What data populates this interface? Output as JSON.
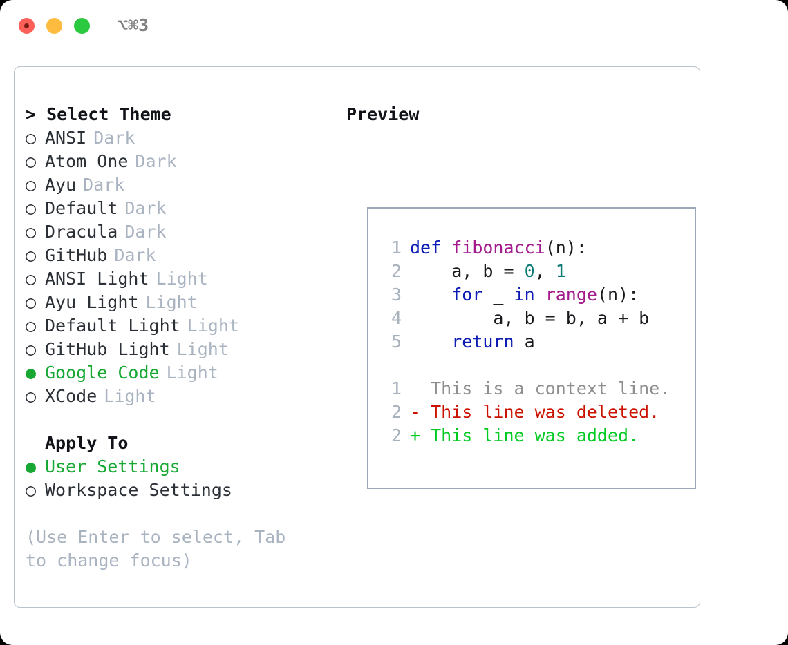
{
  "titlebar": {
    "shortcut": "⌥⌘3",
    "buttons": [
      {
        "name": "close",
        "color": "#fc6058"
      },
      {
        "name": "minimize",
        "color": "#fdbc40"
      },
      {
        "name": "zoom",
        "color": "#2bc93f"
      }
    ]
  },
  "theme_picker": {
    "header": "> Select Theme",
    "bullet_selected": "●",
    "bullet_unselected": "○",
    "selected_color": "#16a832",
    "items": [
      {
        "name": "ANSI",
        "kind": "Dark",
        "selected": false
      },
      {
        "name": "Atom One",
        "kind": "Dark",
        "selected": false
      },
      {
        "name": "Ayu",
        "kind": "Dark",
        "selected": false
      },
      {
        "name": "Default",
        "kind": "Dark",
        "selected": false
      },
      {
        "name": "Dracula",
        "kind": "Dark",
        "selected": false
      },
      {
        "name": "GitHub",
        "kind": "Dark",
        "selected": false
      },
      {
        "name": "ANSI Light",
        "kind": "Light",
        "selected": false
      },
      {
        "name": "Ayu Light",
        "kind": "Light",
        "selected": false
      },
      {
        "name": "Default Light",
        "kind": "Light",
        "selected": false
      },
      {
        "name": "GitHub Light",
        "kind": "Light",
        "selected": false
      },
      {
        "name": "Google Code",
        "kind": "Light",
        "selected": true
      },
      {
        "name": "XCode",
        "kind": "Light",
        "selected": false
      }
    ]
  },
  "apply_to": {
    "header": "Apply To",
    "items": [
      {
        "name": "User Settings",
        "selected": true
      },
      {
        "name": "Workspace Settings",
        "selected": false
      }
    ]
  },
  "hint": "(Use Enter to select, Tab to change focus)",
  "preview": {
    "title": "Preview",
    "code_lines": [
      {
        "lineno": "1",
        "tokens": [
          {
            "t": "def ",
            "c": "kw"
          },
          {
            "t": "fibonacci",
            "c": "fn"
          },
          {
            "t": "(n):",
            "c": "id"
          }
        ]
      },
      {
        "lineno": "2",
        "tokens": [
          {
            "t": "    a, b = ",
            "c": "id"
          },
          {
            "t": "0",
            "c": "num"
          },
          {
            "t": ", ",
            "c": "id"
          },
          {
            "t": "1",
            "c": "num"
          }
        ]
      },
      {
        "lineno": "3",
        "tokens": [
          {
            "t": "    ",
            "c": "id"
          },
          {
            "t": "for",
            "c": "kw"
          },
          {
            "t": " _ ",
            "c": "id"
          },
          {
            "t": "in",
            "c": "kw"
          },
          {
            "t": " ",
            "c": "id"
          },
          {
            "t": "range",
            "c": "fn"
          },
          {
            "t": "(n):",
            "c": "id"
          }
        ]
      },
      {
        "lineno": "4",
        "tokens": [
          {
            "t": "        a, b = b, a + b",
            "c": "id"
          }
        ]
      },
      {
        "lineno": "5",
        "tokens": [
          {
            "t": "    ",
            "c": "id"
          },
          {
            "t": "return",
            "c": "kw"
          },
          {
            "t": " a",
            "c": "id"
          }
        ]
      }
    ],
    "diff_lines": [
      {
        "lineno": "1",
        "tokens": [
          {
            "t": "  This is a context line.",
            "c": "ctx"
          }
        ]
      },
      {
        "lineno": "2",
        "tokens": [
          {
            "t": "- This line was deleted.",
            "c": "del"
          }
        ]
      },
      {
        "lineno": "2",
        "tokens": [
          {
            "t": "+ This line was added.",
            "c": "add"
          }
        ]
      }
    ]
  }
}
